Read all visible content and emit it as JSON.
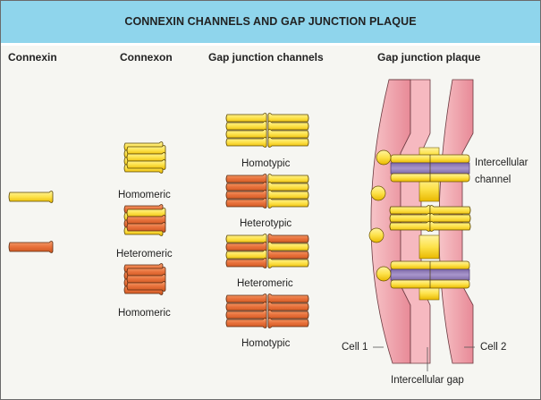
{
  "title": "CONNEXIN CHANNELS AND GAP JUNCTION PLAQUE",
  "columns": {
    "connexin": "Connexin",
    "connexon": "Connexon",
    "channels": "Gap junction channels",
    "plaque": "Gap junction plaque"
  },
  "connexon_labels": [
    "Homomeric",
    "Heteromeric",
    "Homomeric"
  ],
  "channel_labels": [
    "Homotypic",
    "Heterotypic",
    "Heteromeric",
    "Homotypic"
  ],
  "plaque_labels": {
    "channel_line1": "Intercellular",
    "channel_line2": "channel",
    "cell1": "Cell 1",
    "cell2": "Cell 2",
    "gap": "Intercellular gap"
  },
  "colors": {
    "banner": "#8fd5ec",
    "yellow": "#fde24a",
    "orange": "#e8703a",
    "membrane": "#f3b6bd",
    "channel_lumen": "#9a86c0"
  }
}
